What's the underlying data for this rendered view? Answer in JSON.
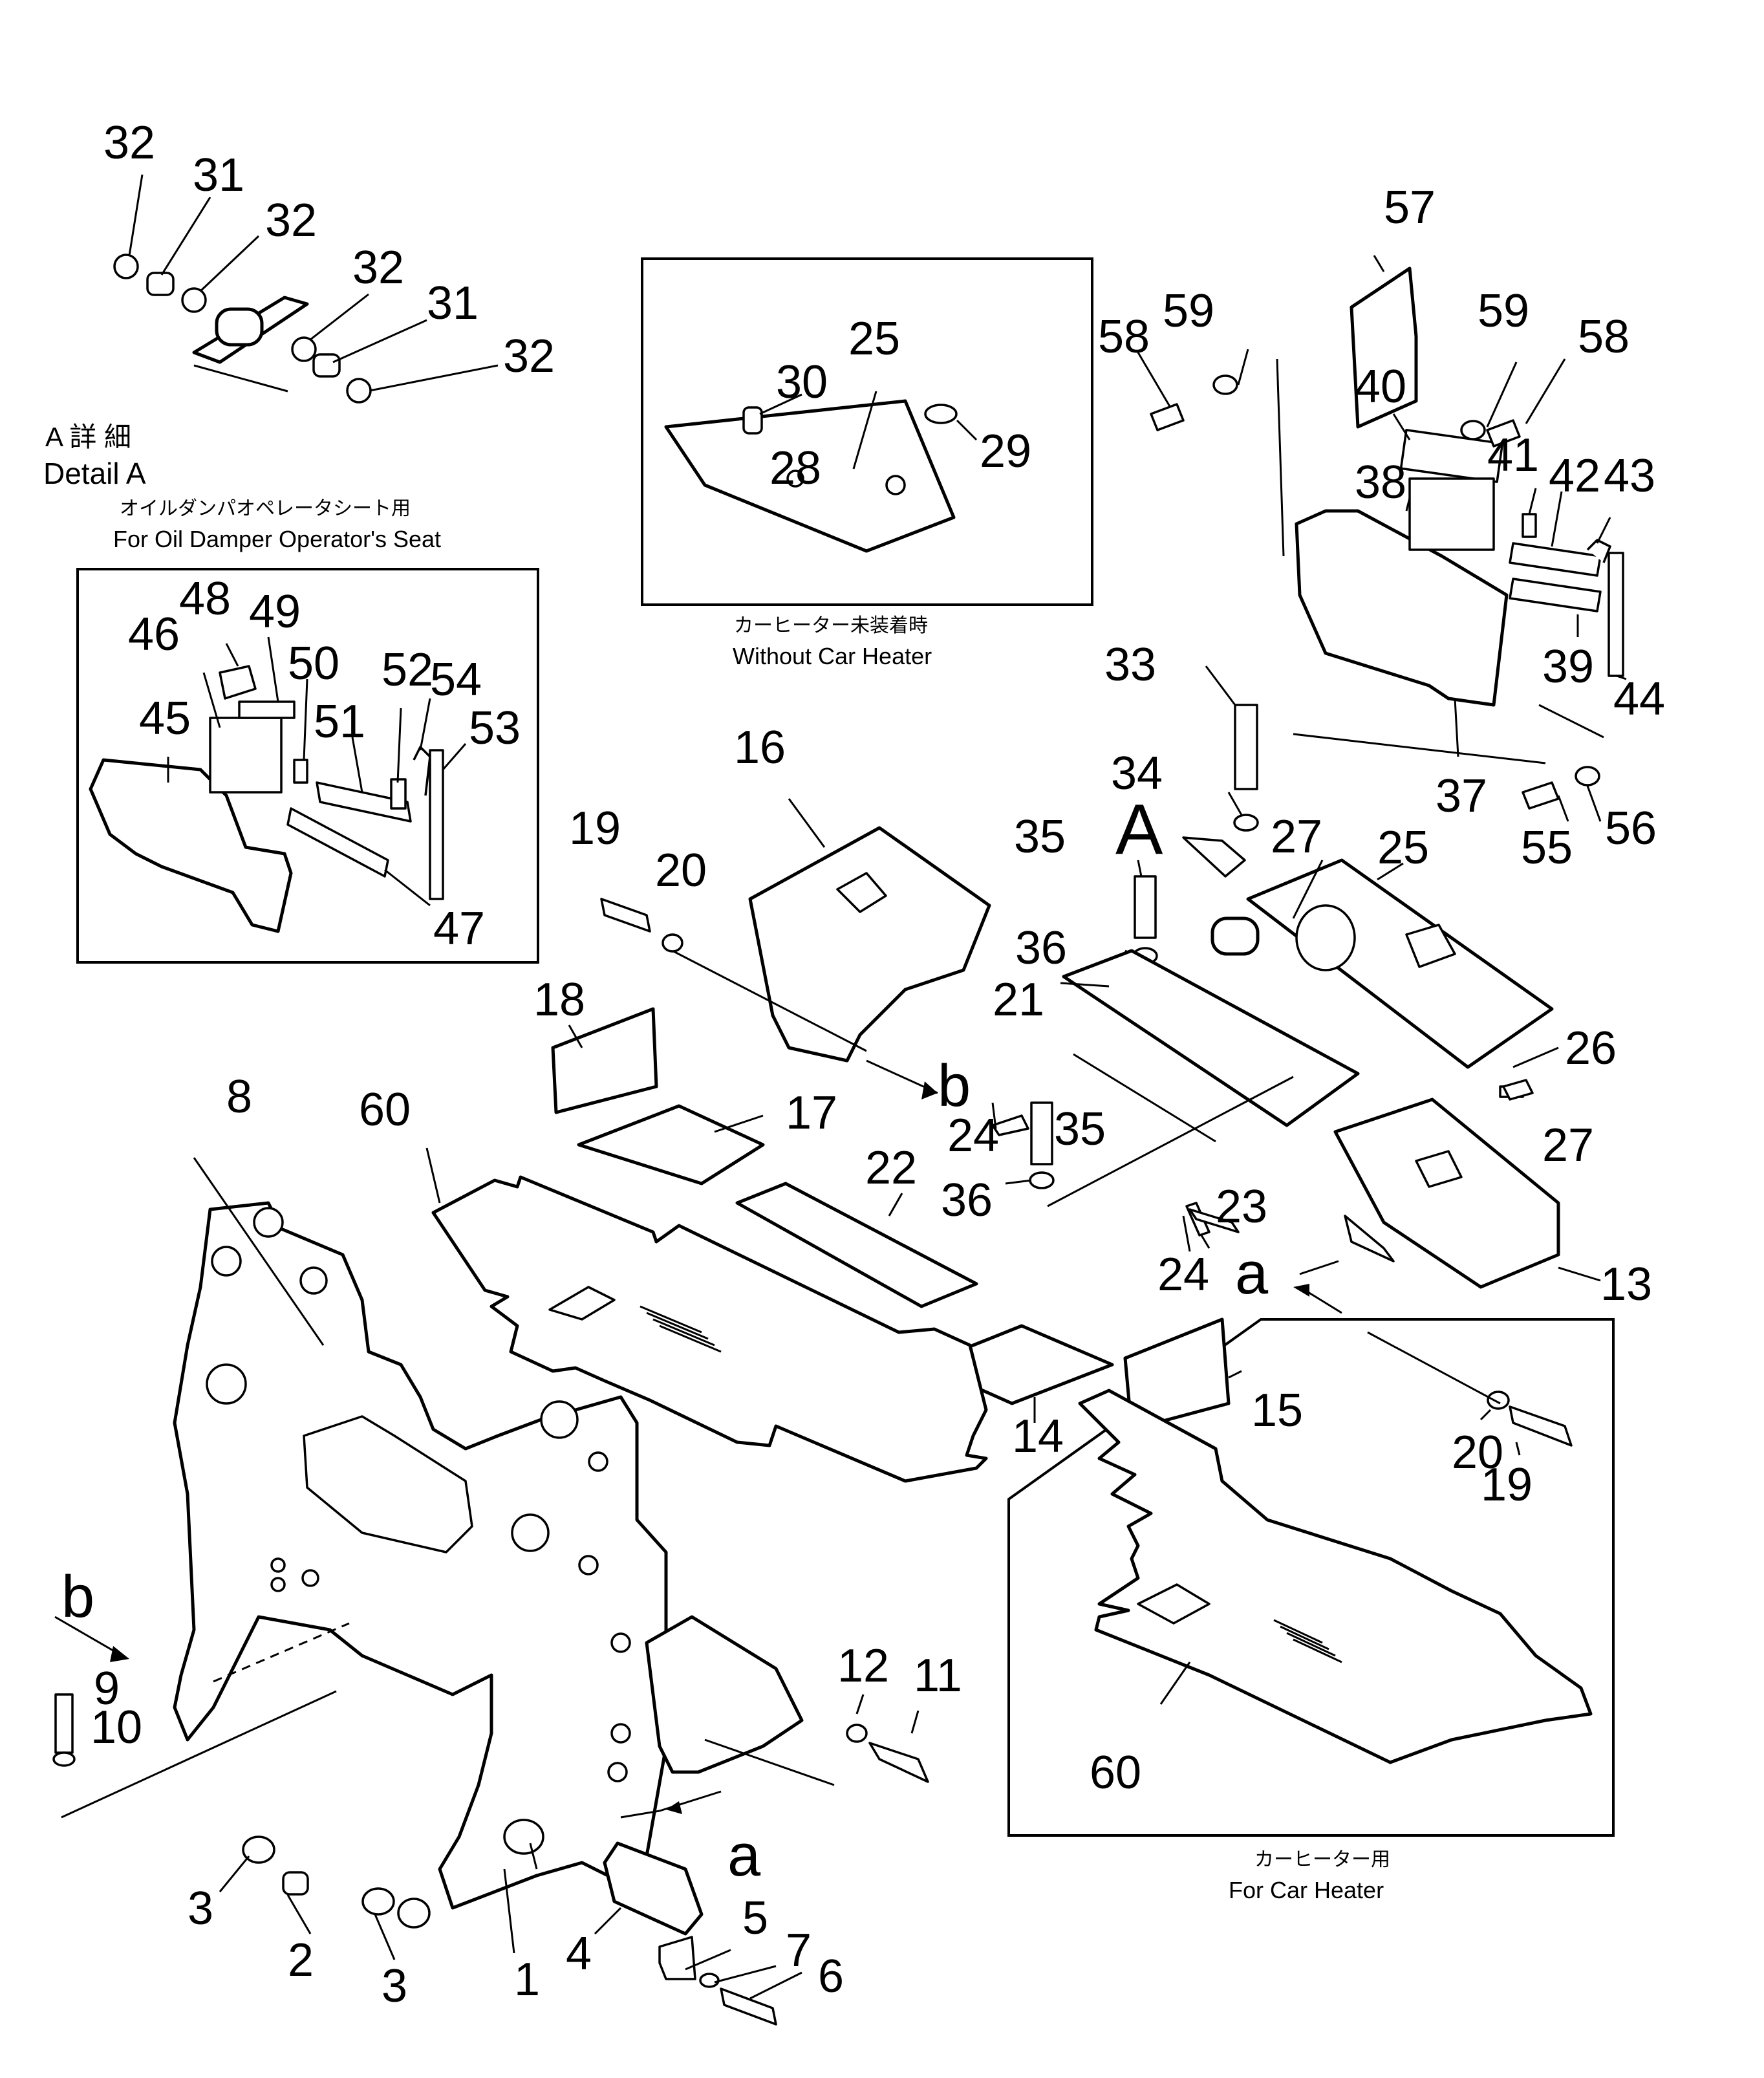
{
  "captions": {
    "detail_a_jp": "A 詳 細",
    "detail_a_en": "Detail A",
    "oil_damper_jp": "オイルダンパオペレータシート用",
    "oil_damper_en": "For Oil Damper Operator's Seat",
    "without_heater_jp": "カーヒーター未装着時",
    "without_heater_en": "Without Car Heater",
    "for_heater_jp": "カーヒーター用",
    "for_heater_en": "For Car Heater"
  },
  "view_markers": {
    "A": "A",
    "a_top": "a",
    "a_bottom": "a",
    "b_top": "b",
    "b_left": "b"
  },
  "labels": {
    "l32a": "32",
    "l31a": "31",
    "l32b": "32",
    "l32c": "32",
    "l31b": "31",
    "l32d": "32",
    "l25a": "25",
    "l30": "30",
    "l28": "28",
    "l29": "29",
    "l57": "57",
    "l59a": "59",
    "l58a": "58",
    "l59b": "59",
    "l58b": "58",
    "l40": "40",
    "l38": "38",
    "l41": "41",
    "l42": "42",
    "l43": "43",
    "l39": "39",
    "l44": "44",
    "l48": "48",
    "l49": "49",
    "l46": "46",
    "l50": "50",
    "l52": "52",
    "l54": "54",
    "l45": "45",
    "l51": "51",
    "l53": "53",
    "l47": "47",
    "l33": "33",
    "l16": "16",
    "l37": "37",
    "l55": "55",
    "l56": "56",
    "l34": "34",
    "l35a": "35",
    "l27a": "27",
    "l25b": "25",
    "l19a": "19",
    "l20a": "20",
    "l36a": "36",
    "l21": "21",
    "l18": "18",
    "l26": "26",
    "l8": "8",
    "l60a": "60",
    "l17": "17",
    "l24a": "24",
    "l35b": "35",
    "l27b": "27",
    "l22": "22",
    "l36b": "36",
    "l23": "23",
    "l24b": "24",
    "l13": "13",
    "l14": "14",
    "l15": "15",
    "l20b": "20",
    "l19b": "19",
    "l9": "9",
    "l10": "10",
    "l12": "12",
    "l11": "11",
    "l60b": "60",
    "l3a": "3",
    "l2": "2",
    "l3b": "3",
    "l1": "1",
    "l4": "4",
    "l5": "5",
    "l7": "7",
    "l6": "6"
  }
}
